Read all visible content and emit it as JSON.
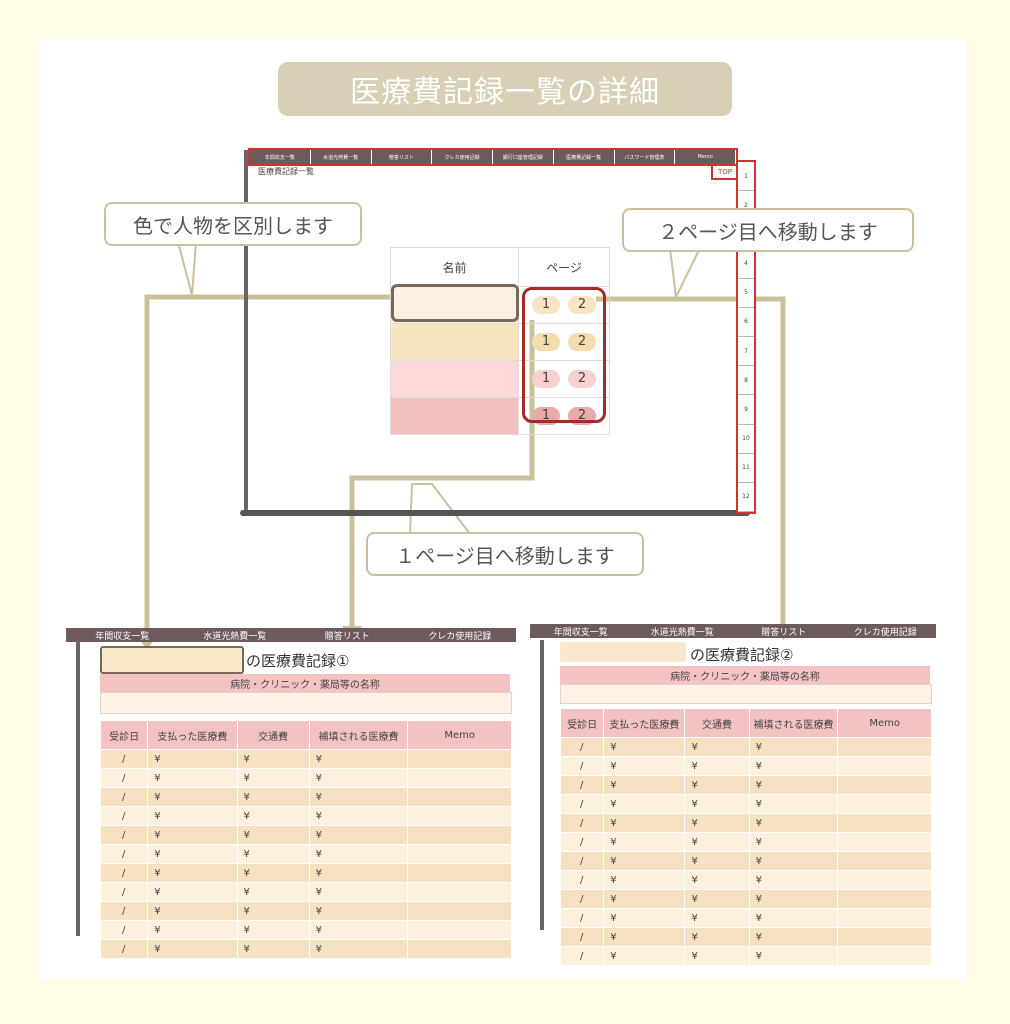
{
  "title": "医療費記録一覧の詳細",
  "mock": {
    "tabs": [
      "年間収支一覧",
      "水道光熱費一覧",
      "贈答リスト",
      "クレカ使用記録",
      "銀行口座管理記録",
      "医療費記録一覧",
      "パスワード管理表",
      "Memo"
    ],
    "page_title": "医療費記録一覧",
    "top_button": "TOP",
    "side_tabs": [
      "1",
      "2",
      "3",
      "4",
      "5",
      "6",
      "7",
      "8",
      "9",
      "10",
      "11",
      "12"
    ],
    "table_headers": {
      "name": "名前",
      "page": "ページ"
    },
    "rows": [
      {
        "color": "#fdf2e2",
        "p1": "1",
        "p2": "2",
        "pill": "#f9e4c4"
      },
      {
        "color": "#f8e6c0",
        "p1": "1",
        "p2": "2",
        "pill": "#f5dcaf"
      },
      {
        "color": "#fbd9d9",
        "p1": "1",
        "p2": "2",
        "pill": "#f8d0d0"
      },
      {
        "color": "#f1c0c0",
        "p1": "1",
        "p2": "2",
        "pill": "#e8aaaa"
      }
    ]
  },
  "callouts": {
    "color": "色で人物を区別します",
    "page2": "２ページ目へ移動します",
    "page1": "１ページ目へ移動します"
  },
  "sheet1": {
    "tabs": [
      "年間収支一覧",
      "水道光熱費一覧",
      "贈答リスト",
      "クレカ使用記録"
    ],
    "title": "の医療費記録①",
    "hospital_label": "病院・クリニック・薬局等の名称",
    "columns": [
      "受診日",
      "支払った医療費",
      "交通費",
      "補填される医療費",
      "Memo"
    ],
    "date_mark": "/",
    "yen": "¥"
  },
  "sheet2": {
    "tabs": [
      "年間収支一覧",
      "水道光熱費一覧",
      "贈答リスト",
      "クレカ使用記録"
    ],
    "title": "の医療費記録②",
    "hospital_label": "病院・クリニック・薬局等の名称",
    "columns": [
      "受診日",
      "支払った医療費",
      "交通費",
      "補填される医療費",
      "Memo"
    ],
    "date_mark": "/",
    "yen": "¥"
  },
  "colors": {
    "accent_red": "#c33333",
    "callout_line": "#c8c19c",
    "tab_bg": "#6e5a5a"
  }
}
